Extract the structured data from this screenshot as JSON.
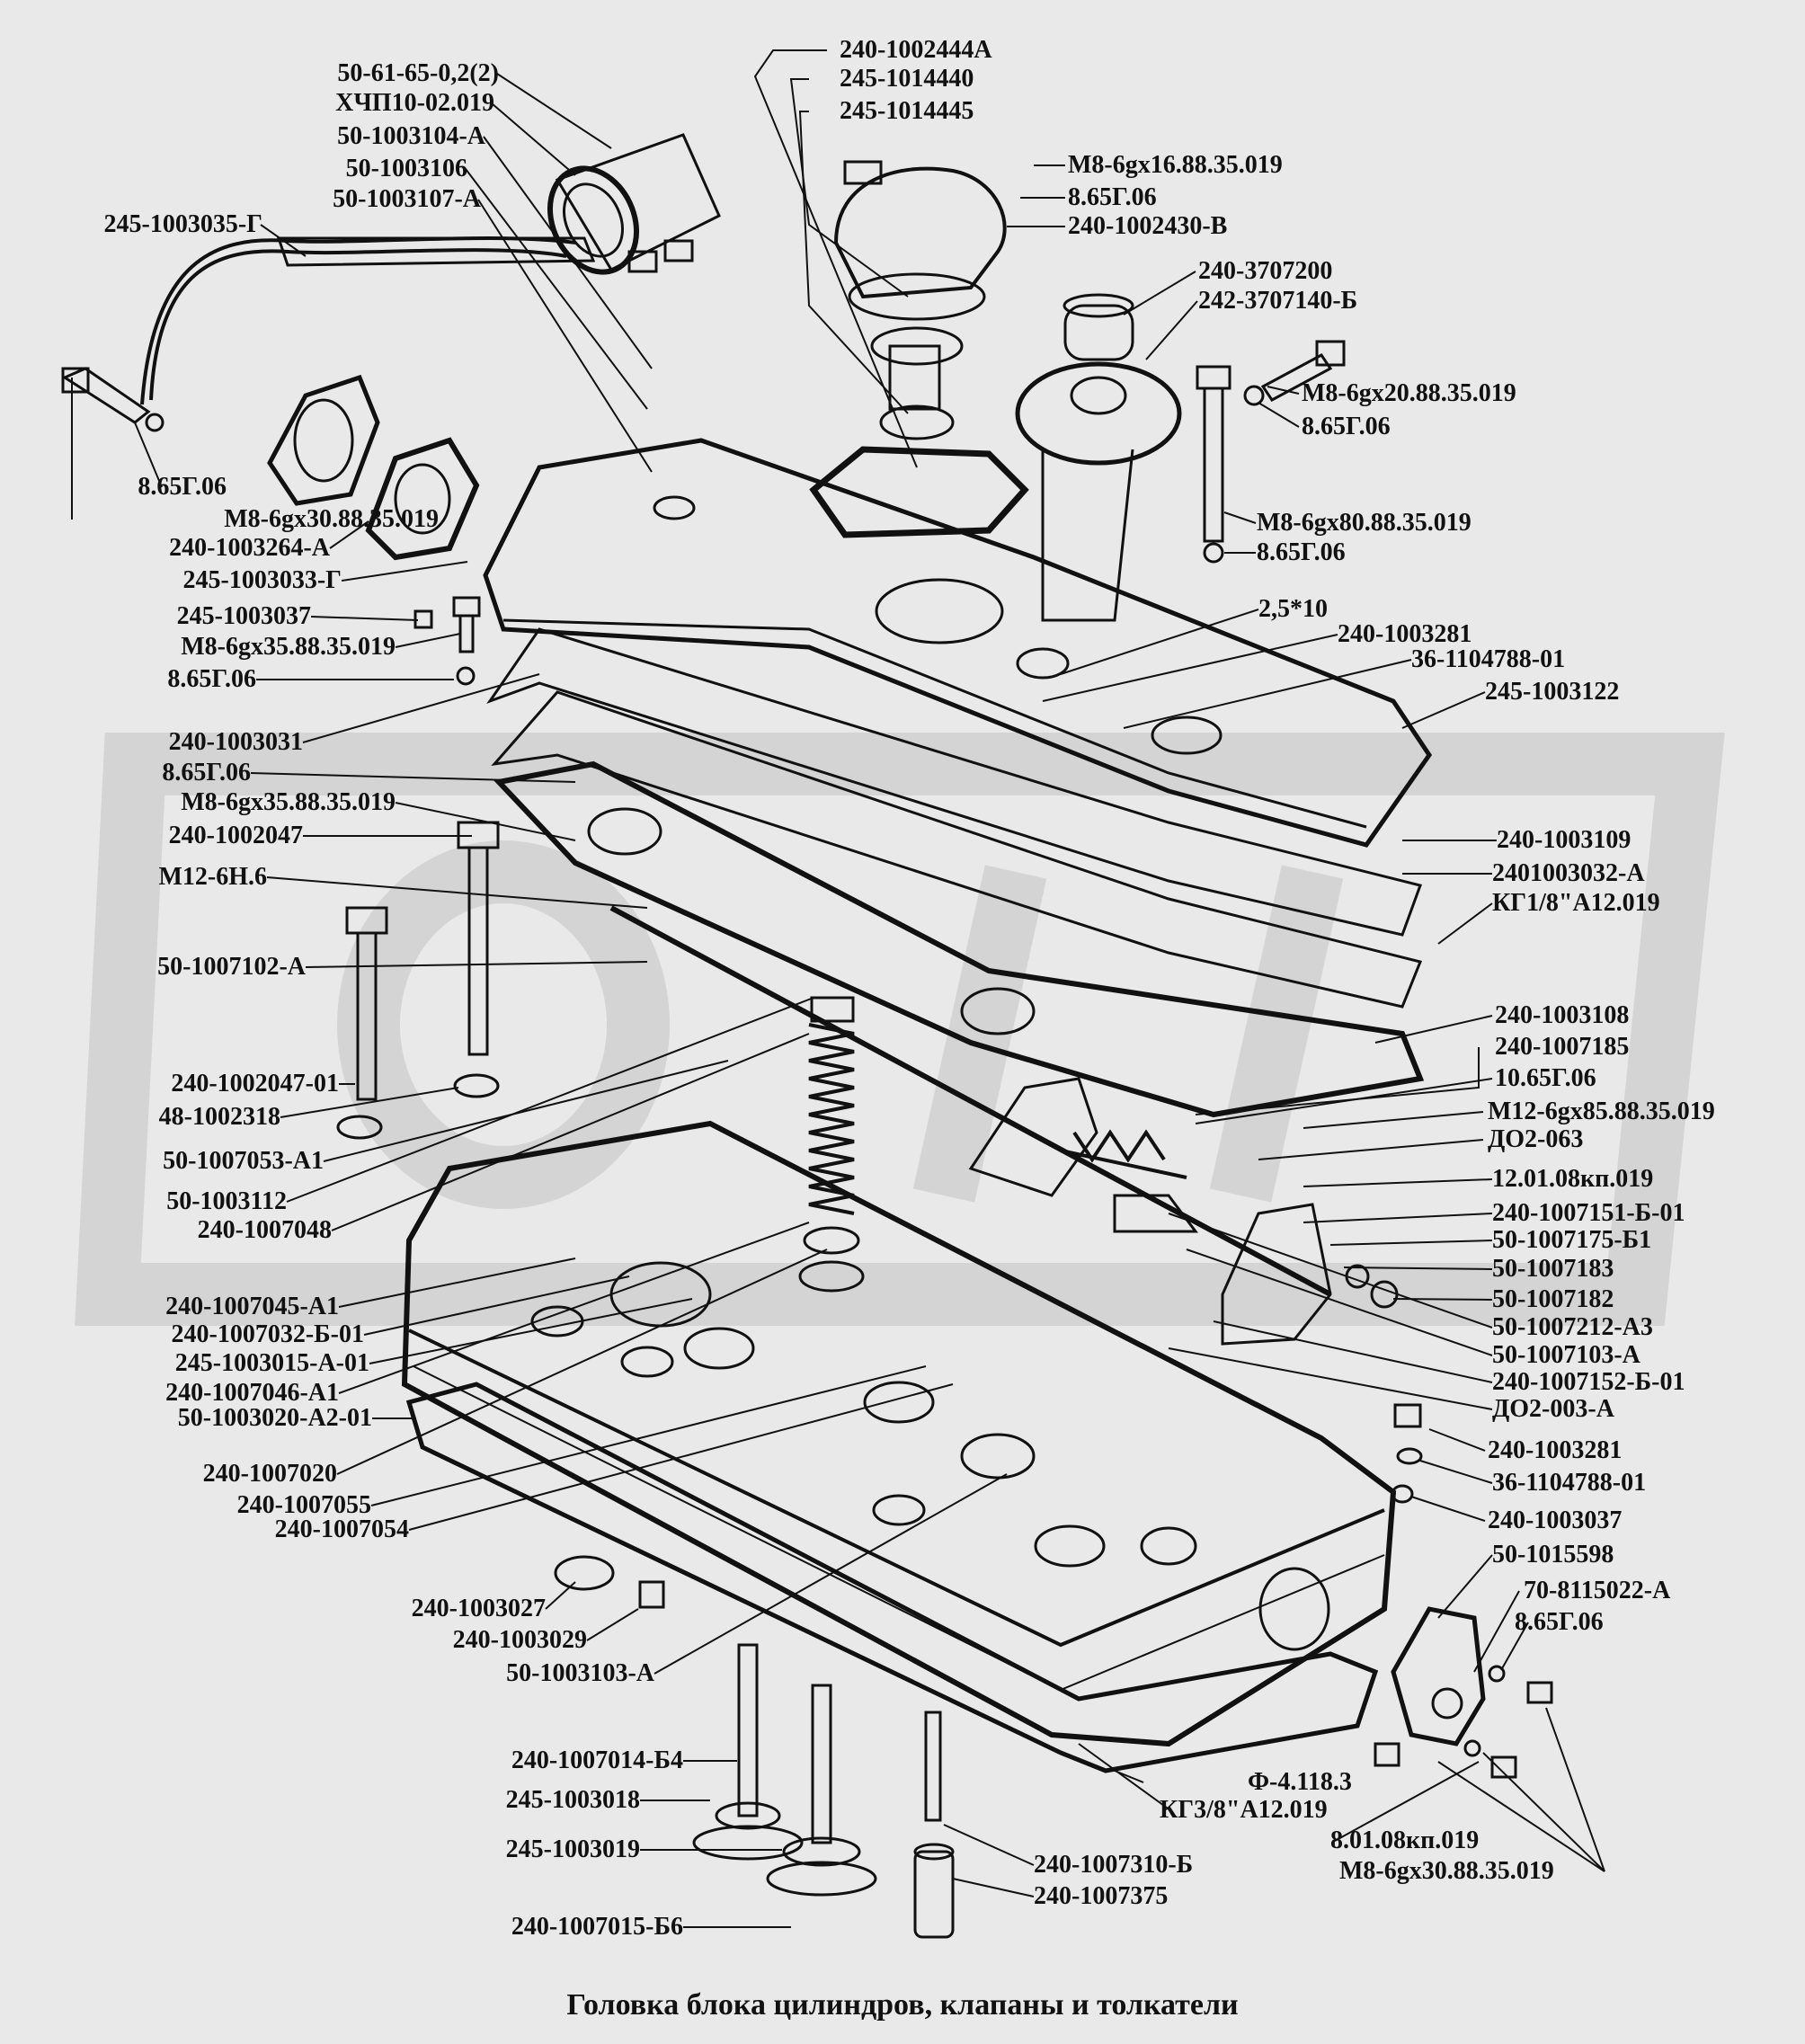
{
  "caption": "Головка блока цилиндров, клапаны и толкатели",
  "colors": {
    "background": "#e9e9e9",
    "ink": "#111111",
    "watermark": "#d2d2d2"
  },
  "labels": [
    "50-61-65-0,2(2)",
    "ХЧП10-02.019",
    "50-1003104-А",
    "50-1003106",
    "50-1003107-А",
    "245-1003035-Г",
    "8.65Г.06",
    "М8-6gх30.88.35.019",
    "240-1003264-А",
    "245-1003033-Г",
    "245-1003037",
    "М8-6gх35.88.35.019",
    "8.65Г.06",
    "240-1003031",
    "8.65Г.06",
    "М8-6gх35.88.35.019",
    "240-1002047",
    "М12-6Н.6",
    "50-1007102-А",
    "240-1002047-01",
    "48-1002318",
    "50-1007053-А1",
    "50-1003112",
    "240-1007048",
    "240-1007045-А1",
    "240-1007032-Б-01",
    "245-1003015-А-01",
    "240-1007046-А1",
    "50-1003020-А2-01",
    "240-1007020",
    "240-1007055",
    "240-1007054",
    "240-1003027",
    "240-1003029",
    "50-1003103-А",
    "240-1007014-Б4",
    "245-1003018",
    "245-1003019",
    "240-1007015-Б6",
    "240-1002444А",
    "245-1014440",
    "245-1014445",
    "М8-6gх16.88.35.019",
    "8.65Г.06",
    "240-1002430-В",
    "240-3707200",
    "242-3707140-Б",
    "М8-6gх20.88.35.019",
    "8.65Г.06",
    "М8-6gх80.88.35.019",
    "8.65Г.06",
    "2,5*10",
    "240-1003281",
    "36-1104788-01",
    "245-1003122",
    "240-1003109",
    "2401003032-А",
    "КГ1/8\"А12.019",
    "240-1003108",
    "240-1007185",
    "10.65Г.06",
    "М12-6gх85.88.35.019",
    "ДО2-063",
    "12.01.08кп.019",
    "240-1007151-Б-01",
    "50-1007175-Б1",
    "50-1007183",
    "50-1007182",
    "50-1007212-А3",
    "50-1007103-А",
    "240-1007152-Б-01",
    "ДО2-003-А",
    "240-1003281",
    "36-1104788-01",
    "240-1003037",
    "50-1015598",
    "70-8115022-А",
    "8.65Г.06",
    "Ф-4.118.3",
    "КГ3/8\"А12.019",
    "8.01.08кп.019",
    "М8-6gх30.88.35.019",
    "240-1007310-Б",
    "240-1007375"
  ]
}
